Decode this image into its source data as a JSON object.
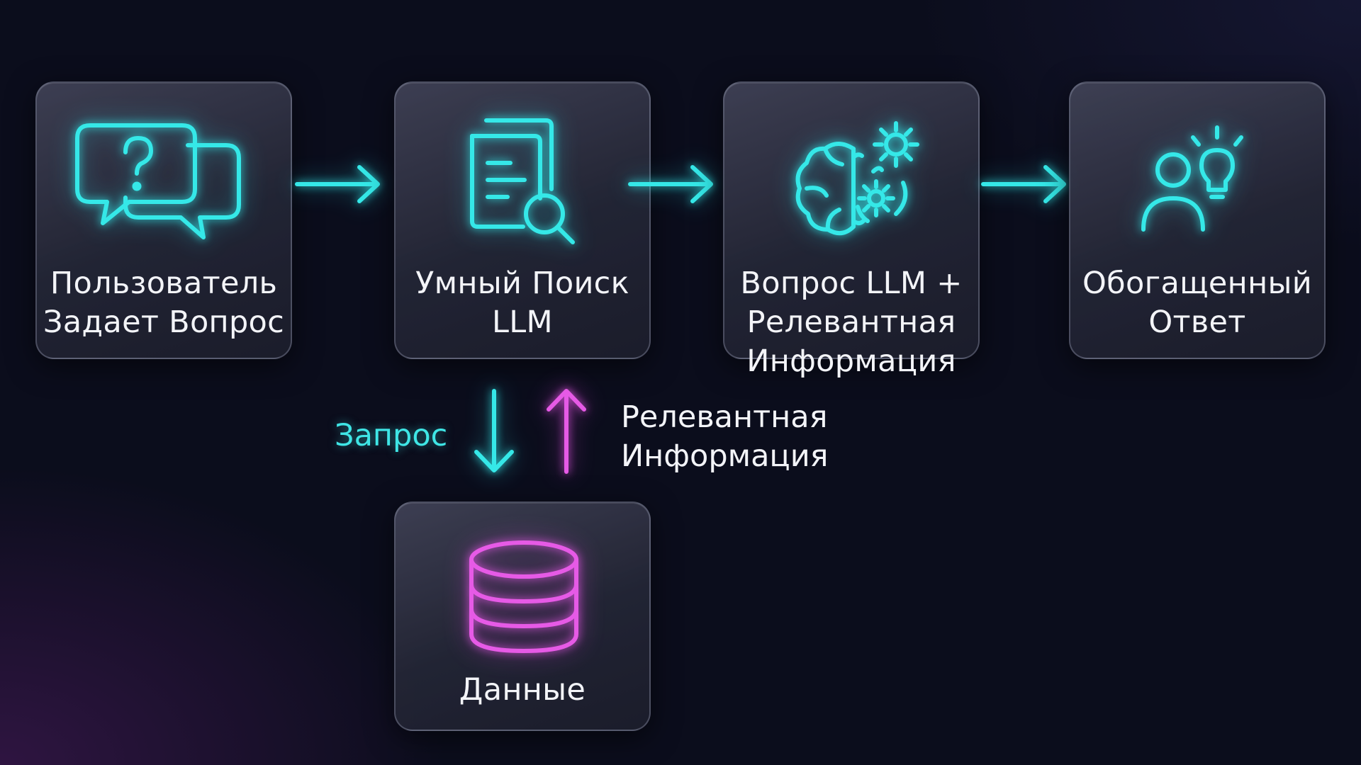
{
  "colors": {
    "accent_cyan": "#35e8e8",
    "accent_pink": "#e65ae6",
    "background": "#0b0d1c",
    "card_text": "#f3f4f8"
  },
  "nodes": [
    {
      "id": "user",
      "icon": "question-chat-icon",
      "line1": "Пользователь",
      "line2": "Задает Вопрос"
    },
    {
      "id": "search",
      "icon": "document-search-icon",
      "line1": "Умный Поиск",
      "line2": "LLM"
    },
    {
      "id": "combine",
      "icon": "brain-gears-icon",
      "line1": "Вопрос LLM +",
      "line2": "Релевантная",
      "line3": "Информация"
    },
    {
      "id": "answer",
      "icon": "person-lightbulb-icon",
      "line1": "Обогащенный",
      "line2": "Ответ"
    },
    {
      "id": "data",
      "icon": "database-icon",
      "line1": "Данные"
    }
  ],
  "edges": {
    "query_label": "Запрос",
    "relevant_line1": "Релевантная",
    "relevant_line2": "Информация"
  }
}
